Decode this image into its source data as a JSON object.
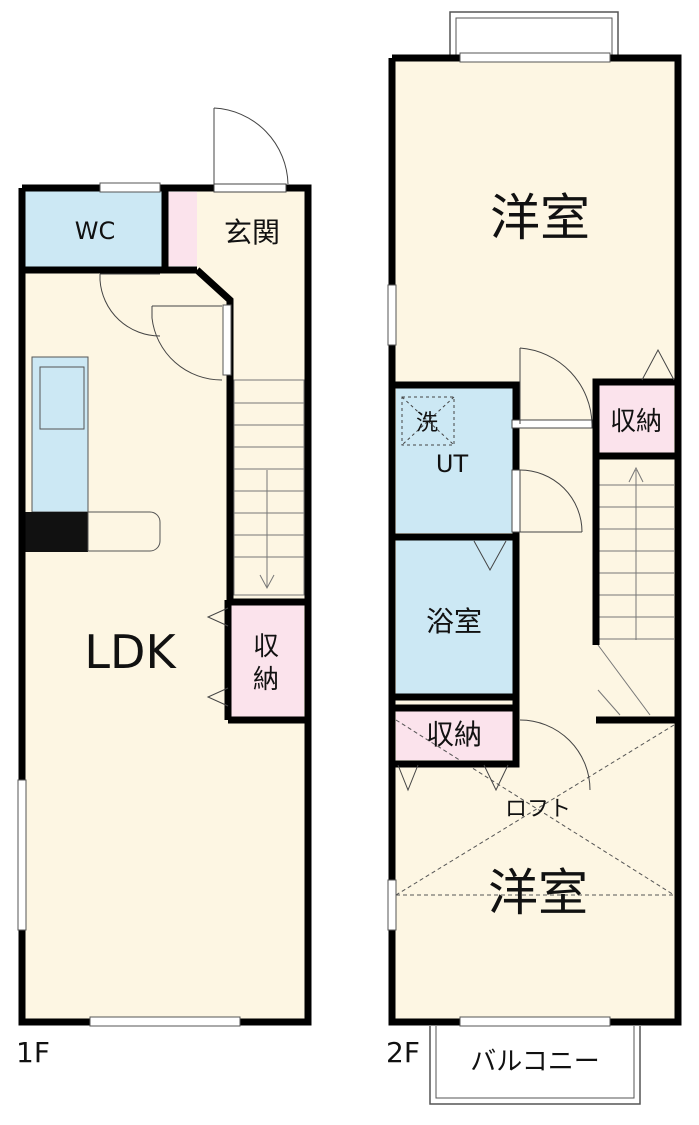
{
  "floors": {
    "first": {
      "label": "1F",
      "rooms": {
        "wc": "WC",
        "entrance": "玄関",
        "ldk": "LDK",
        "storage": "収納",
        "storage_line1": "収",
        "storage_line2": "納"
      }
    },
    "second": {
      "label": "2F",
      "rooms": {
        "western_top": "洋室",
        "wash": "洗",
        "utility": "UT",
        "bath": "浴室",
        "storage_right": "収納",
        "storage_mid": "収納",
        "loft": "ロフト",
        "western_bottom": "洋室",
        "balcony": "バルコニー"
      }
    }
  },
  "colors": {
    "wall": "#000000",
    "floor_main": "#fdf6e3",
    "wet_area": "#cce8f4",
    "storage": "#fbe3ec"
  }
}
